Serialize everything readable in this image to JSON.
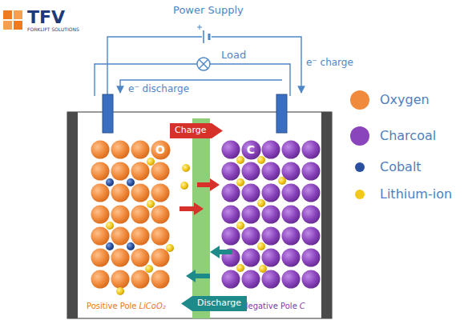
{
  "diagram": {
    "nodes": [
      {
        "text": [
          "Charge"
        ]
      },
      {
        "text": [
          "Discharge"
        ]
      },
      {
        "text": [
          "O"
        ]
      },
      {
        "text": [
          "C"
        ]
      }
    ],
    "labels": [
      "TFV",
      "FORKLIFT SOLUTIONS",
      "Power Supply",
      "Load",
      "e⁻ charge",
      "e⁻ discharge",
      "Positive Pole",
      "LiCoO₂",
      "Negative Pole",
      "C"
    ],
    "legend": [
      {
        "text": "Oxygen",
        "color": "#f08a3c"
      },
      {
        "text": "Charcoal",
        "color": "#8a44bc"
      },
      {
        "text": "Cobalt",
        "color": "#2a4f9e"
      },
      {
        "text": "Lithium-ion",
        "color": "#f2c81a"
      }
    ]
  }
}
